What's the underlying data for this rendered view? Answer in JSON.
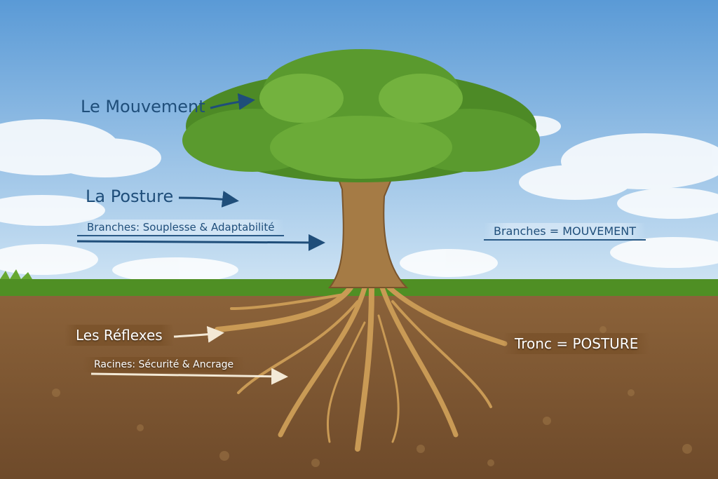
{
  "labels": {
    "mouvement": "Le Mouvement",
    "posture": "La Posture",
    "branches_desc": "Branches: Souplesse & Adaptabilité",
    "branches_eq": "Branches = MOUVEMENT",
    "reflexes": "Les Réflexes",
    "racines_desc": "Racines: Sécurité & Ancrage",
    "tronc_eq": "Tronc = POSTURE"
  },
  "colors": {
    "sky_label": "#1f4e7a",
    "soil_label": "#ffffff",
    "leaf": "#5a9a2e",
    "soil": "#8a6238"
  }
}
